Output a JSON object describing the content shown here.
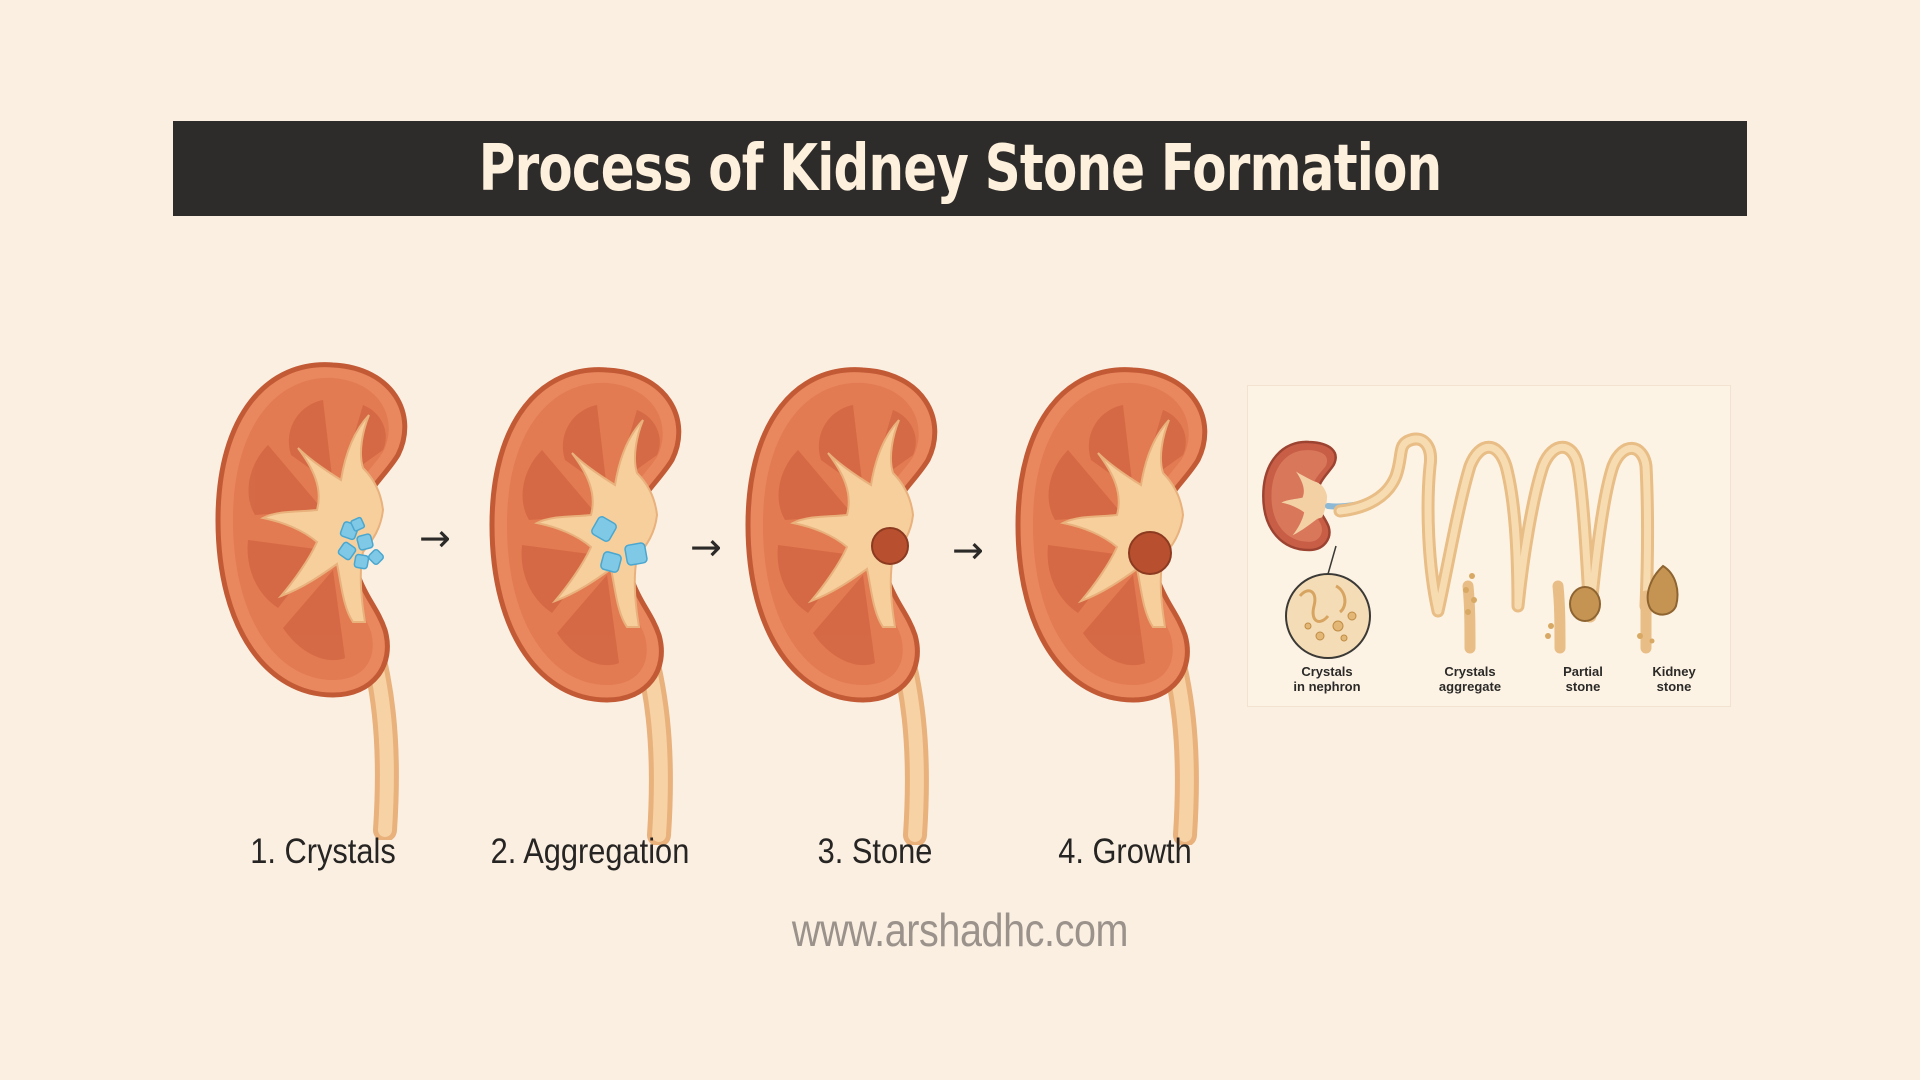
{
  "title": "Process of Kidney Stone Formation",
  "steps": [
    {
      "label": "1. Crystals"
    },
    {
      "label": "2. Aggregation"
    },
    {
      "label": "3. Stone"
    },
    {
      "label": "4. Growth"
    }
  ],
  "arrow_glyph": "→",
  "inset": {
    "labels": [
      {
        "line1": "Crystals",
        "line2": "in nephron"
      },
      {
        "line1": "Crystals",
        "line2": "aggregate"
      },
      {
        "line1": "Partial",
        "line2": "stone"
      },
      {
        "line1": "Kidney",
        "line2": "stone"
      }
    ]
  },
  "footer": {
    "url": "www.arshadhc.com"
  },
  "colors": {
    "background": "#fbefe1",
    "title_bar": "#2e2c2b",
    "title_text": "#fdf0dc",
    "kidney_outer": "#c8613b",
    "kidney_inner": "#e58a62",
    "pelvis": "#f6cf9d",
    "crystal": "#7fc8e6",
    "stone": "#b8502f"
  }
}
